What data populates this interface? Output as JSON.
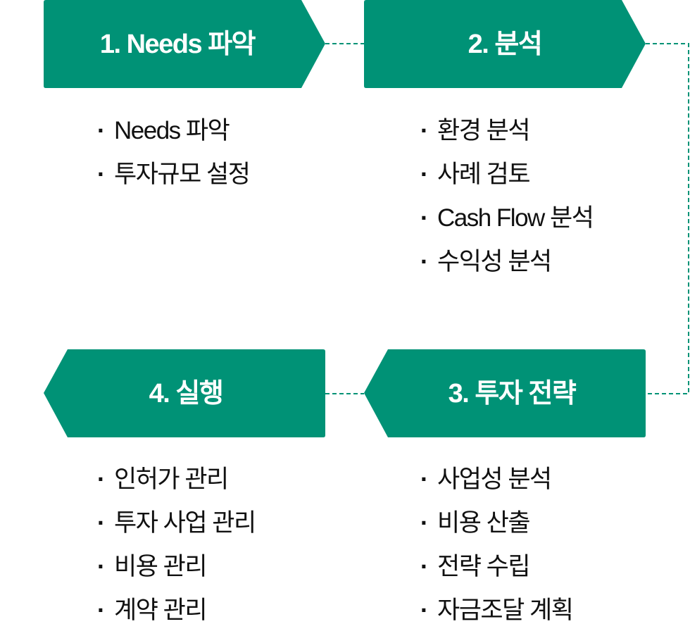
{
  "colors": {
    "accent": "#009276",
    "connector": "#009276"
  },
  "steps": [
    {
      "title": "1. Needs 파악",
      "items": [
        "Needs 파악",
        "투자규모 설정"
      ]
    },
    {
      "title": "2. 분석",
      "items": [
        "환경 분석",
        "사례 검토",
        "Cash Flow 분석",
        "수익성 분석"
      ]
    },
    {
      "title": "3. 투자 전략",
      "items": [
        "사업성 분석",
        "비용 산출",
        "전략 수립",
        "자금조달 계획"
      ]
    },
    {
      "title": "4. 실행",
      "items": [
        "인허가 관리",
        "투자 사업 관리",
        "비용 관리",
        "계약 관리"
      ]
    }
  ]
}
